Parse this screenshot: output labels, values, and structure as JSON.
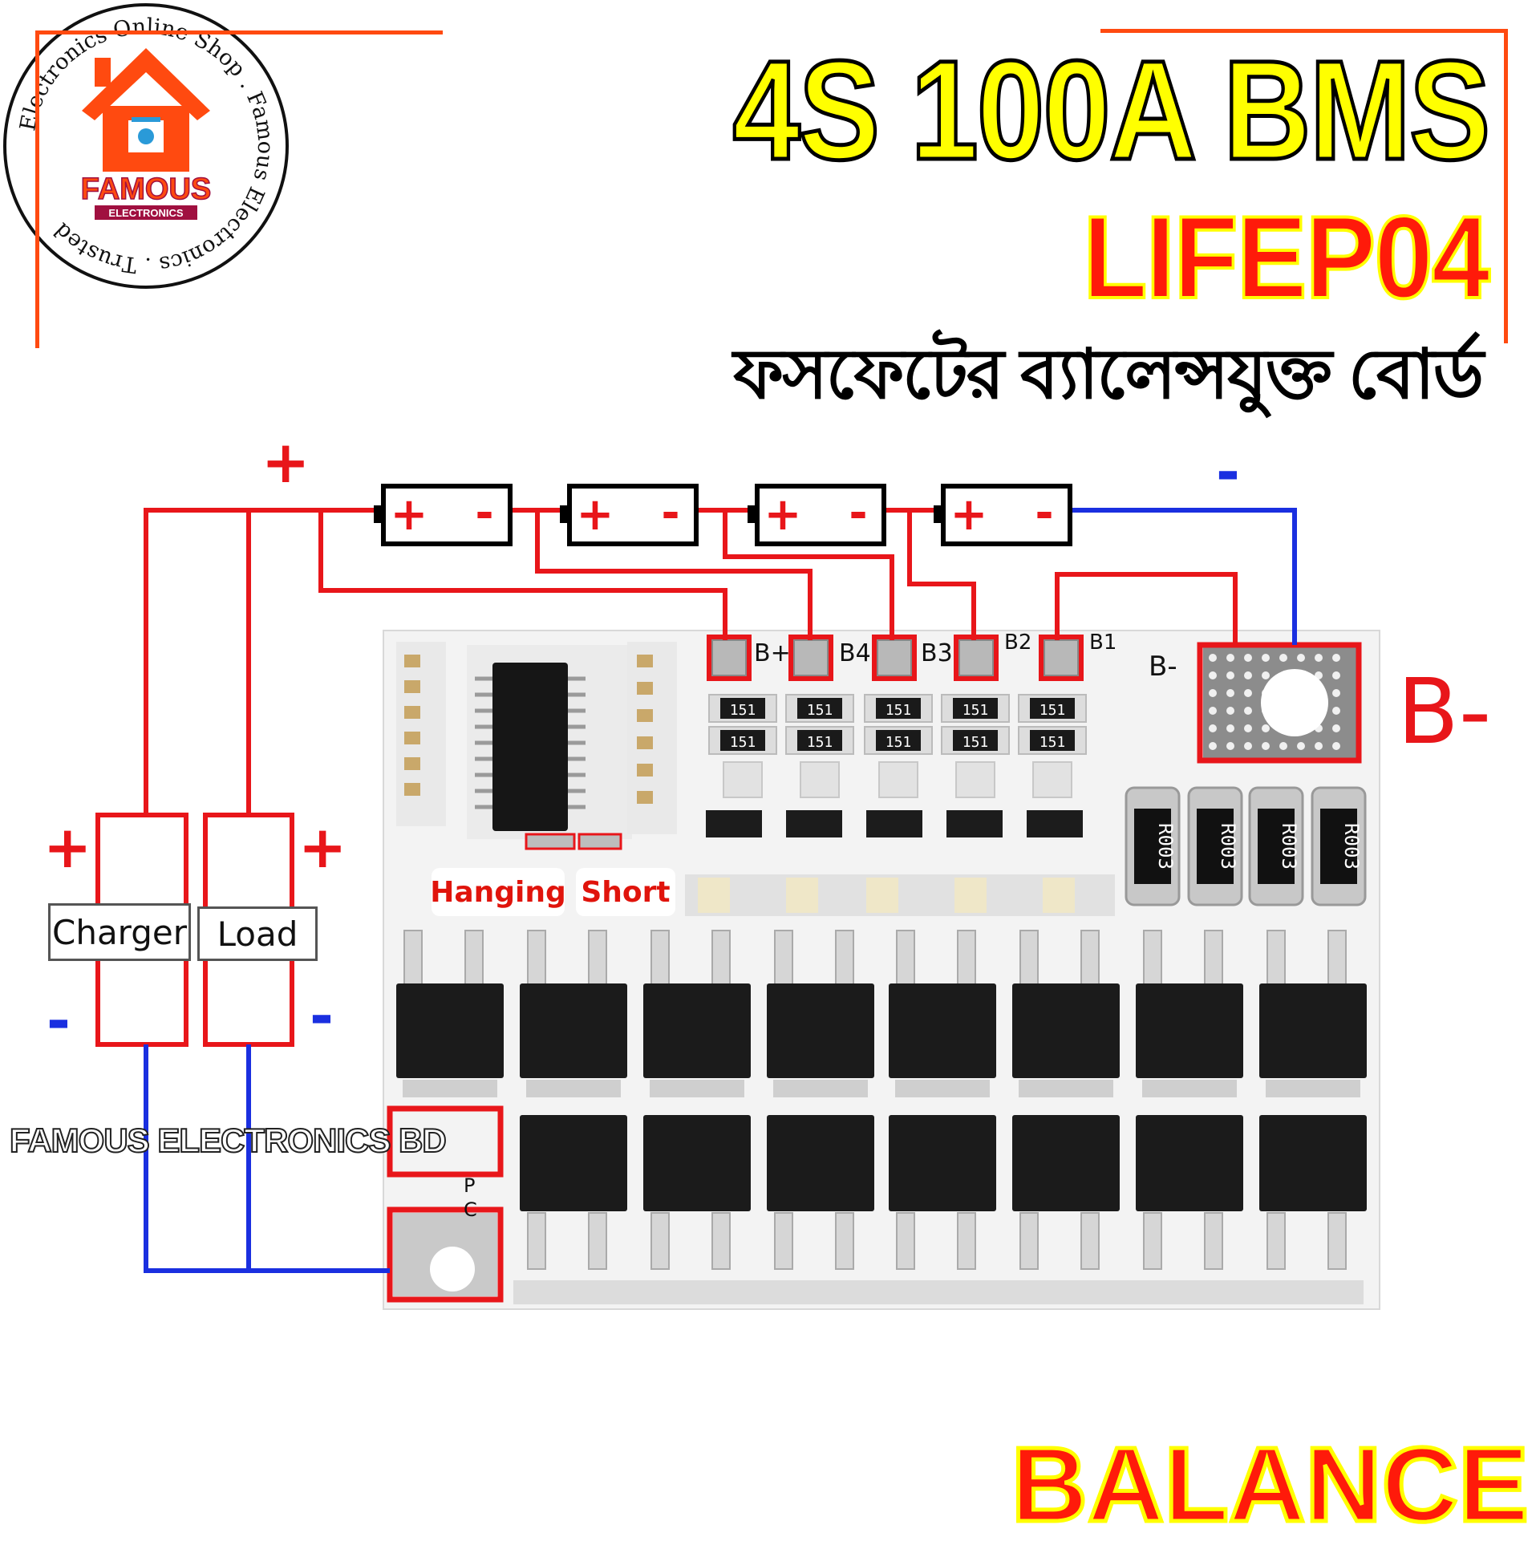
{
  "logo": {
    "ring_text": "Electronics Online Shop . Famous Electronics . Trusted",
    "brand": "FAMOUS",
    "sub": "ELECTRONICS"
  },
  "headline": {
    "line1": "4S 100A BMS",
    "line2": "LIFEP04",
    "line3": "ফসফেটের ব্যালেন্সযুক্ত বোর্ড",
    "line4": "BALANCE"
  },
  "diagram": {
    "charger_label": "Charger",
    "load_label": "Load",
    "hanging_label": "Hanging",
    "short_label": "Short",
    "watermark": "FAMOUS ELECTRONICS BD",
    "pads": [
      "B+",
      "B4",
      "B3",
      "B2",
      "B1",
      "B-"
    ],
    "b_minus_big": "B-",
    "plus_sign": "+",
    "minus_sign": "-",
    "cell_plus": "+",
    "cell_minus": "-",
    "resistor_code": "151",
    "shunt_code": "R003",
    "pad_p": "P",
    "pad_c": "C"
  },
  "colors": {
    "wire_positive": "#e8161a",
    "wire_negative": "#1a2fe0",
    "title_yellow": "#ffff00",
    "title_red": "#ff1a0a",
    "frame": "#ff4a10"
  }
}
